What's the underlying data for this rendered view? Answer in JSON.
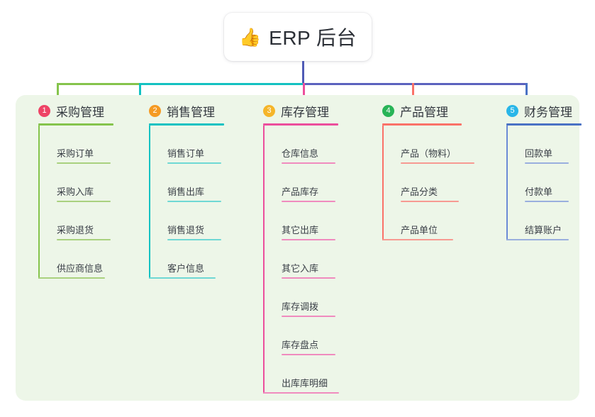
{
  "root": {
    "icon": "thumbs-up-icon",
    "emoji": "👍",
    "title": "ERP 后台"
  },
  "palette": {
    "panel_bg": "#EDF6E8",
    "stem": "#4F5BB5",
    "green": "#85C44C",
    "teal": "#13C2C2",
    "pink": "#EC4E9C",
    "coral": "#FA7268",
    "blue": "#6C8BD6"
  },
  "columns": [
    {
      "index": "1",
      "badge_color": "#EE4466",
      "title": "采购管理",
      "rule_color": "#85C44C",
      "line_color": "#85C44C",
      "leaf_rule_color": "#A9D17F",
      "items": [
        {
          "label": "采购订单"
        },
        {
          "label": "采购入库"
        },
        {
          "label": "采购退货"
        },
        {
          "label": "供应商信息"
        }
      ]
    },
    {
      "index": "2",
      "badge_color": "#F59A23",
      "title": "销售管理",
      "rule_color": "#13C2C2",
      "line_color": "#13C2C2",
      "leaf_rule_color": "#6FD8D4",
      "items": [
        {
          "label": "销售订单"
        },
        {
          "label": "销售出库"
        },
        {
          "label": "销售退货"
        },
        {
          "label": "客户信息"
        }
      ]
    },
    {
      "index": "3",
      "badge_color": "#F5B52A",
      "title": "库存管理",
      "rule_color": "#EC4E9C",
      "line_color": "#EC4E9C",
      "leaf_rule_color": "#F08BBE",
      "items": [
        {
          "label": "仓库信息"
        },
        {
          "label": "产品库存"
        },
        {
          "label": "其它出库"
        },
        {
          "label": "其它入库"
        },
        {
          "label": "库存调拨"
        },
        {
          "label": "库存盘点"
        },
        {
          "label": "出库库明细"
        }
      ]
    },
    {
      "index": "4",
      "badge_color": "#28B457",
      "title": "产品管理",
      "rule_color": "#FA7268",
      "line_color": "#FA7268",
      "leaf_rule_color": "#F79A92",
      "items": [
        {
          "label": "产品（物料）"
        },
        {
          "label": "产品分类"
        },
        {
          "label": "产品单位"
        }
      ]
    },
    {
      "index": "5",
      "badge_color": "#29B6E8",
      "title": "财务管理",
      "rule_color": "#4A72C4",
      "line_color": "#6C8BD6",
      "leaf_rule_color": "#9AAFDE",
      "items": [
        {
          "label": "回款单"
        },
        {
          "label": "付款单"
        },
        {
          "label": "结算账户"
        }
      ]
    }
  ]
}
